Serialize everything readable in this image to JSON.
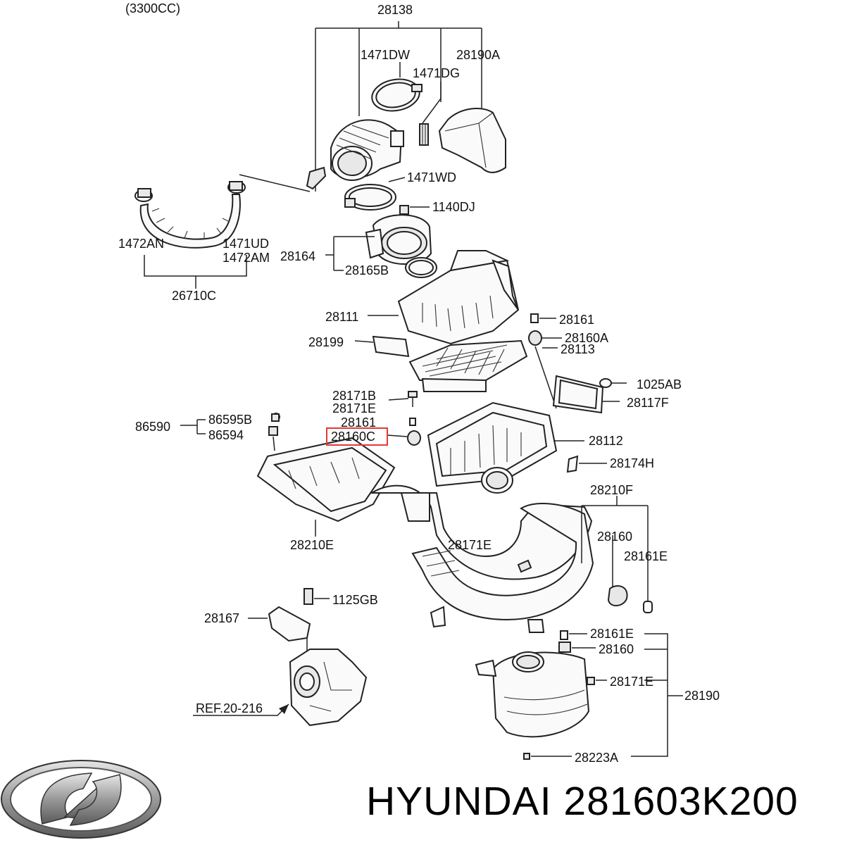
{
  "engine_label": "(3300CC)",
  "labels": {
    "l28138": "28138",
    "l1471DW": "1471DW",
    "l28190A": "28190A",
    "l1471DG": "1471DG",
    "l1471WD": "1471WD",
    "l1140DJ": "1140DJ",
    "l1472AN": "1472AN",
    "l1471UD": "1471UD",
    "l1472AM": "1472AM",
    "l28164": "28164",
    "l28165B": "28165B",
    "l26710C": "26710C",
    "l28111": "28111",
    "l28161a": "28161",
    "l28160A": "28160A",
    "l28199": "28199",
    "l28113": "28113",
    "l1025AB": "1025AB",
    "l28171B": "28171B",
    "l28171Ea": "28171E",
    "l28117F": "28117F",
    "l28161b": "28161",
    "l86590": "86590",
    "l86595B": "86595B",
    "l86594": "86594",
    "l28160C": "28160C",
    "l28112": "28112",
    "l28174H": "28174H",
    "l28210F": "28210F",
    "l28160a": "28160",
    "l28161Ea": "28161E",
    "l28210E": "28210E",
    "l28171Eb": "28171E",
    "l1125GB": "1125GB",
    "l28167": "28167",
    "l28161Eb": "28161E",
    "l28160b": "28160",
    "l28171Ec": "28171E",
    "l28190": "28190",
    "lREF": "REF.20-216",
    "l28223A": "28223A"
  },
  "brand": {
    "name": "HYUNDAI",
    "part_number": "281603K200",
    "caption": "HYUNDAI 281603K200",
    "logo_icon": "hyundai-logo-icon"
  },
  "highlight_color": "#e53935",
  "highlighted_part": "28160C"
}
